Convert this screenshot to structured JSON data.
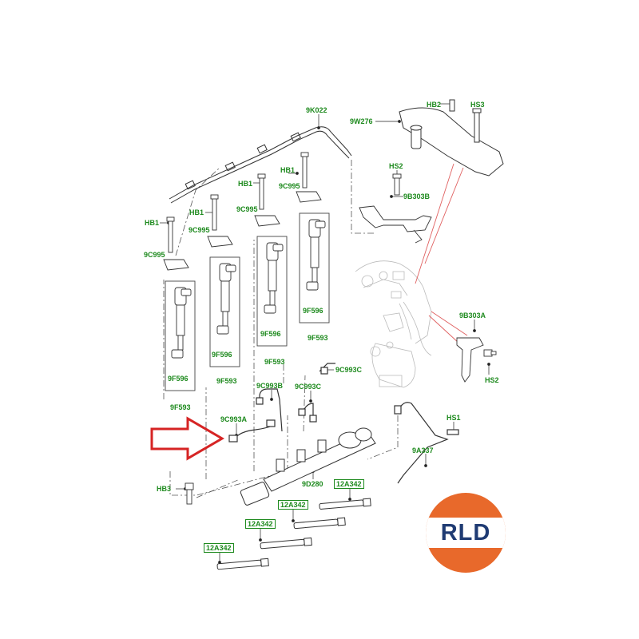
{
  "diagram": {
    "labels": {
      "fuel_rail_injector_pipe": "9K022",
      "bracket_top": "9W276",
      "bolt_hb2": "HB2",
      "bolt_hs3": "HS3",
      "bolt_hs2_top": "HS2",
      "bracket_9b303b": "9B303B",
      "hb1_a": "HB1",
      "hb1_b": "HB1",
      "hb1_c": "HB1",
      "hb1_d": "HB1",
      "clamp_a": "9C995",
      "clamp_b": "9C995",
      "clamp_c": "9C995",
      "clamp_d": "9C995",
      "seal_a": "9F596",
      "seal_b": "9F596",
      "seal_c": "9F596",
      "seal_d": "9F596",
      "injector_a": "9F593",
      "injector_b": "9F593",
      "injector_c": "9F593",
      "injector_d": "9F593",
      "bracket_9b303a": "9B303A",
      "bolt_hs2_side": "HS2",
      "pipe_9c993c_top": "9C993C",
      "pipe_9c993b": "9C993B",
      "pipe_9c993c": "9C993C",
      "pipe_9c993a": "9C993A",
      "bolt_hs1": "HS1",
      "pipe_9a337": "9A337",
      "bolt_hb3": "HB3",
      "fuel_rail": "9D280",
      "glow_plug_a": "12A342",
      "glow_plug_b": "12A342",
      "glow_plug_c": "12A342",
      "glow_plug_d": "12A342"
    }
  },
  "logo": {
    "text": "RLD",
    "colors": {
      "orange": "#e8692b",
      "navy": "#1f3b73",
      "white": "#ffffff"
    }
  },
  "colors": {
    "label": "#1e8a1e",
    "line": "#444444",
    "arrow": "#d62424",
    "leader": "#e06060"
  }
}
